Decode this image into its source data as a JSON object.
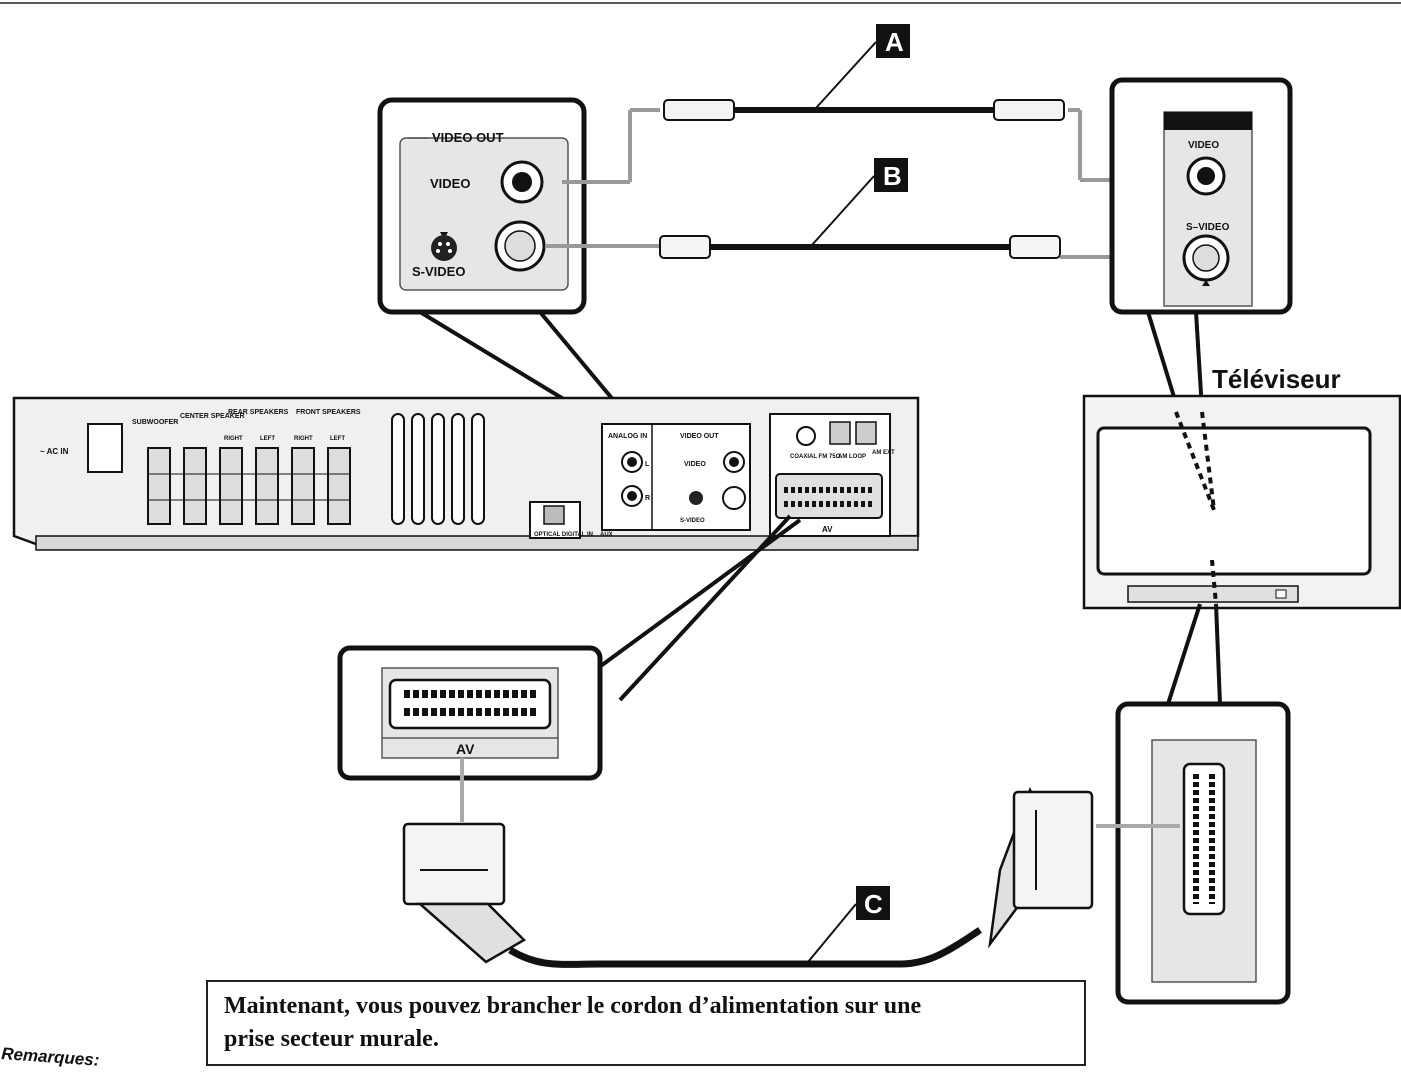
{
  "labels": {
    "tv": "Téléviseur",
    "video_out": "VIDEO OUT",
    "video": "VIDEO",
    "s_video": "S-VIDEO",
    "tv_video": "VIDEO",
    "tv_s_video": "S–VIDEO",
    "av": "AV",
    "analog_in": "ANALOG IN",
    "optical": "OPTICAL DIGITAL IN",
    "aux": "AUX",
    "ac_in": "~ AC IN",
    "subwoofer": "SUBWOOFER",
    "center": "CENTER SPEAKER",
    "rear": "REAR SPEAKERS",
    "front": "FRONT SPEAKERS",
    "right": "RIGHT",
    "left": "LEFT",
    "coaxial": "COAXIAL FM 75Ω",
    "am_loop": "AM LOOP",
    "am_ext": "AM EXT",
    "l": "L",
    "r": "R"
  },
  "cables": {
    "a": "A",
    "b": "B",
    "c": "C"
  },
  "note": {
    "line1": "Maintenant, vous pouvez brancher le cordon d’alimentation sur une",
    "line2": "prise secteur murale."
  },
  "remarks": "Remarques:"
}
